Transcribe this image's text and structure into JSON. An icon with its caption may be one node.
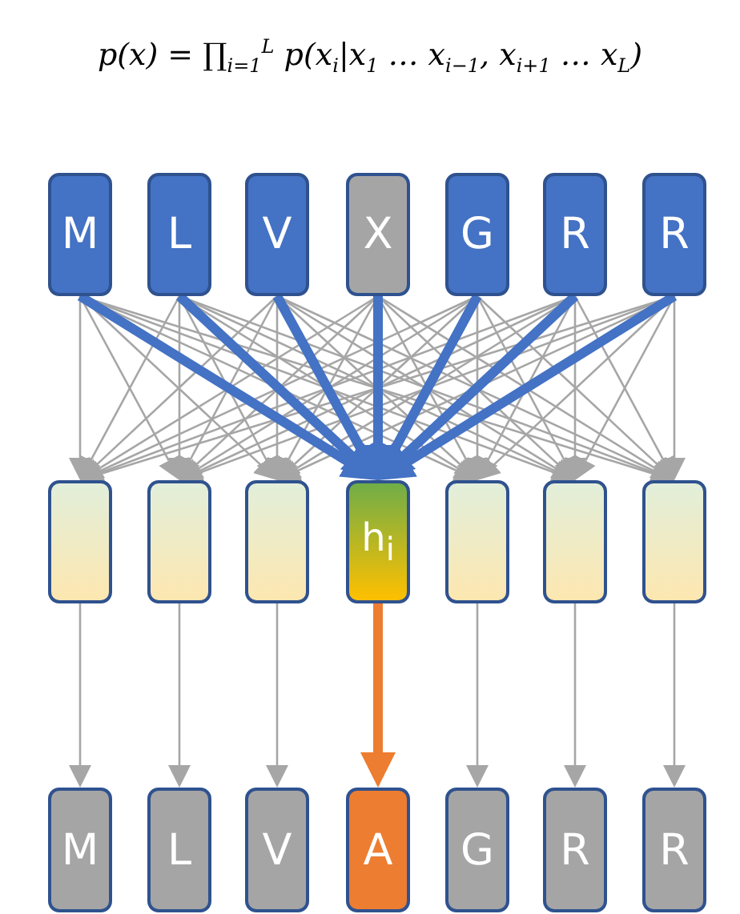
{
  "diagram": {
    "title": "p(x) = ∏$_{i=1}$$^{L}$ p(x$_{i}$|x$_{1}$ … x$_{i−1}$, x$_{i+1}$ … x$_{L}$)",
    "nodes": [
      {
        "text": [
          "M"
        ]
      },
      {
        "text": [
          "L"
        ]
      },
      {
        "text": [
          "V"
        ]
      },
      {
        "text": [
          "X"
        ]
      },
      {
        "text": [
          "G"
        ]
      },
      {
        "text": [
          "R"
        ]
      },
      {
        "text": [
          "R"
        ]
      },
      {
        "text": [],
        "shape": "box"
      },
      {
        "text": [],
        "shape": "box"
      },
      {
        "text": [],
        "shape": "box"
      },
      {
        "text": [
          "h$_{i}$"
        ]
      },
      {
        "text": [],
        "shape": "box"
      },
      {
        "text": [],
        "shape": "box"
      },
      {
        "text": [],
        "shape": "box"
      },
      {
        "text": [
          "M"
        ]
      },
      {
        "text": [
          "L"
        ]
      },
      {
        "text": [
          "V"
        ]
      },
      {
        "text": [
          "A"
        ]
      },
      {
        "text": [
          "G"
        ]
      },
      {
        "text": [
          "R"
        ]
      },
      {
        "text": [
          "R"
        ]
      }
    ],
    "edges": [
      {
        "from": 0,
        "to": 7,
        "arrow": "to"
      },
      {
        "from": 0,
        "to": 8,
        "arrow": "to"
      },
      {
        "from": 0,
        "to": 9,
        "arrow": "to"
      },
      {
        "from": 0,
        "to": 10,
        "arrow": "to",
        "style": "thick",
        "color": "#4472c4"
      },
      {
        "from": 0,
        "to": 11,
        "arrow": "to"
      },
      {
        "from": 0,
        "to": 12,
        "arrow": "to"
      },
      {
        "from": 0,
        "to": 13,
        "arrow": "to"
      },
      {
        "from": 1,
        "to": 7,
        "arrow": "to"
      },
      {
        "from": 1,
        "to": 8,
        "arrow": "to"
      },
      {
        "from": 1,
        "to": 9,
        "arrow": "to"
      },
      {
        "from": 1,
        "to": 10,
        "arrow": "to",
        "style": "thick",
        "color": "#4472c4"
      },
      {
        "from": 1,
        "to": 11,
        "arrow": "to"
      },
      {
        "from": 1,
        "to": 12,
        "arrow": "to"
      },
      {
        "from": 1,
        "to": 13,
        "arrow": "to"
      },
      {
        "from": 2,
        "to": 7,
        "arrow": "to"
      },
      {
        "from": 2,
        "to": 8,
        "arrow": "to"
      },
      {
        "from": 2,
        "to": 9,
        "arrow": "to"
      },
      {
        "from": 2,
        "to": 10,
        "arrow": "to",
        "style": "thick",
        "color": "#4472c4"
      },
      {
        "from": 2,
        "to": 11,
        "arrow": "to"
      },
      {
        "from": 2,
        "to": 12,
        "arrow": "to"
      },
      {
        "from": 2,
        "to": 13,
        "arrow": "to"
      },
      {
        "from": 3,
        "to": 7,
        "arrow": "to"
      },
      {
        "from": 3,
        "to": 8,
        "arrow": "to"
      },
      {
        "from": 3,
        "to": 9,
        "arrow": "to"
      },
      {
        "from": 3,
        "to": 10,
        "arrow": "to",
        "style": "thick",
        "color": "#4472c4"
      },
      {
        "from": 3,
        "to": 11,
        "arrow": "to"
      },
      {
        "from": 3,
        "to": 12,
        "arrow": "to"
      },
      {
        "from": 3,
        "to": 13,
        "arrow": "to"
      },
      {
        "from": 4,
        "to": 7,
        "arrow": "to"
      },
      {
        "from": 4,
        "to": 8,
        "arrow": "to"
      },
      {
        "from": 4,
        "to": 9,
        "arrow": "to"
      },
      {
        "from": 4,
        "to": 10,
        "arrow": "to",
        "style": "thick",
        "color": "#4472c4"
      },
      {
        "from": 4,
        "to": 11,
        "arrow": "to"
      },
      {
        "from": 4,
        "to": 12,
        "arrow": "to"
      },
      {
        "from": 4,
        "to": 13,
        "arrow": "to"
      },
      {
        "from": 5,
        "to": 7,
        "arrow": "to"
      },
      {
        "from": 5,
        "to": 8,
        "arrow": "to"
      },
      {
        "from": 5,
        "to": 9,
        "arrow": "to"
      },
      {
        "from": 5,
        "to": 10,
        "arrow": "to",
        "style": "thick",
        "color": "#4472c4"
      },
      {
        "from": 5,
        "to": 11,
        "arrow": "to"
      },
      {
        "from": 5,
        "to": 12,
        "arrow": "to"
      },
      {
        "from": 5,
        "to": 13,
        "arrow": "to"
      },
      {
        "from": 6,
        "to": 7,
        "arrow": "to"
      },
      {
        "from": 6,
        "to": 8,
        "arrow": "to"
      },
      {
        "from": 6,
        "to": 9,
        "arrow": "to"
      },
      {
        "from": 6,
        "to": 10,
        "arrow": "to",
        "style": "thick",
        "color": "#4472c4"
      },
      {
        "from": 6,
        "to": 11,
        "arrow": "to"
      },
      {
        "from": 6,
        "to": 12,
        "arrow": "to"
      },
      {
        "from": 6,
        "to": 13,
        "arrow": "to"
      },
      {
        "from": 7,
        "to": 14,
        "arrow": "to"
      },
      {
        "from": 8,
        "to": 15,
        "arrow": "to"
      },
      {
        "from": 9,
        "to": 16,
        "arrow": "to"
      },
      {
        "from": 10,
        "to": 17,
        "arrow": "to",
        "style": "thick",
        "color": "#ed7d31"
      },
      {
        "from": 11,
        "to": 18,
        "arrow": "to"
      },
      {
        "from": 12,
        "to": 19,
        "arrow": "to"
      },
      {
        "from": 13,
        "to": 20,
        "arrow": "to"
      }
    ]
  }
}
